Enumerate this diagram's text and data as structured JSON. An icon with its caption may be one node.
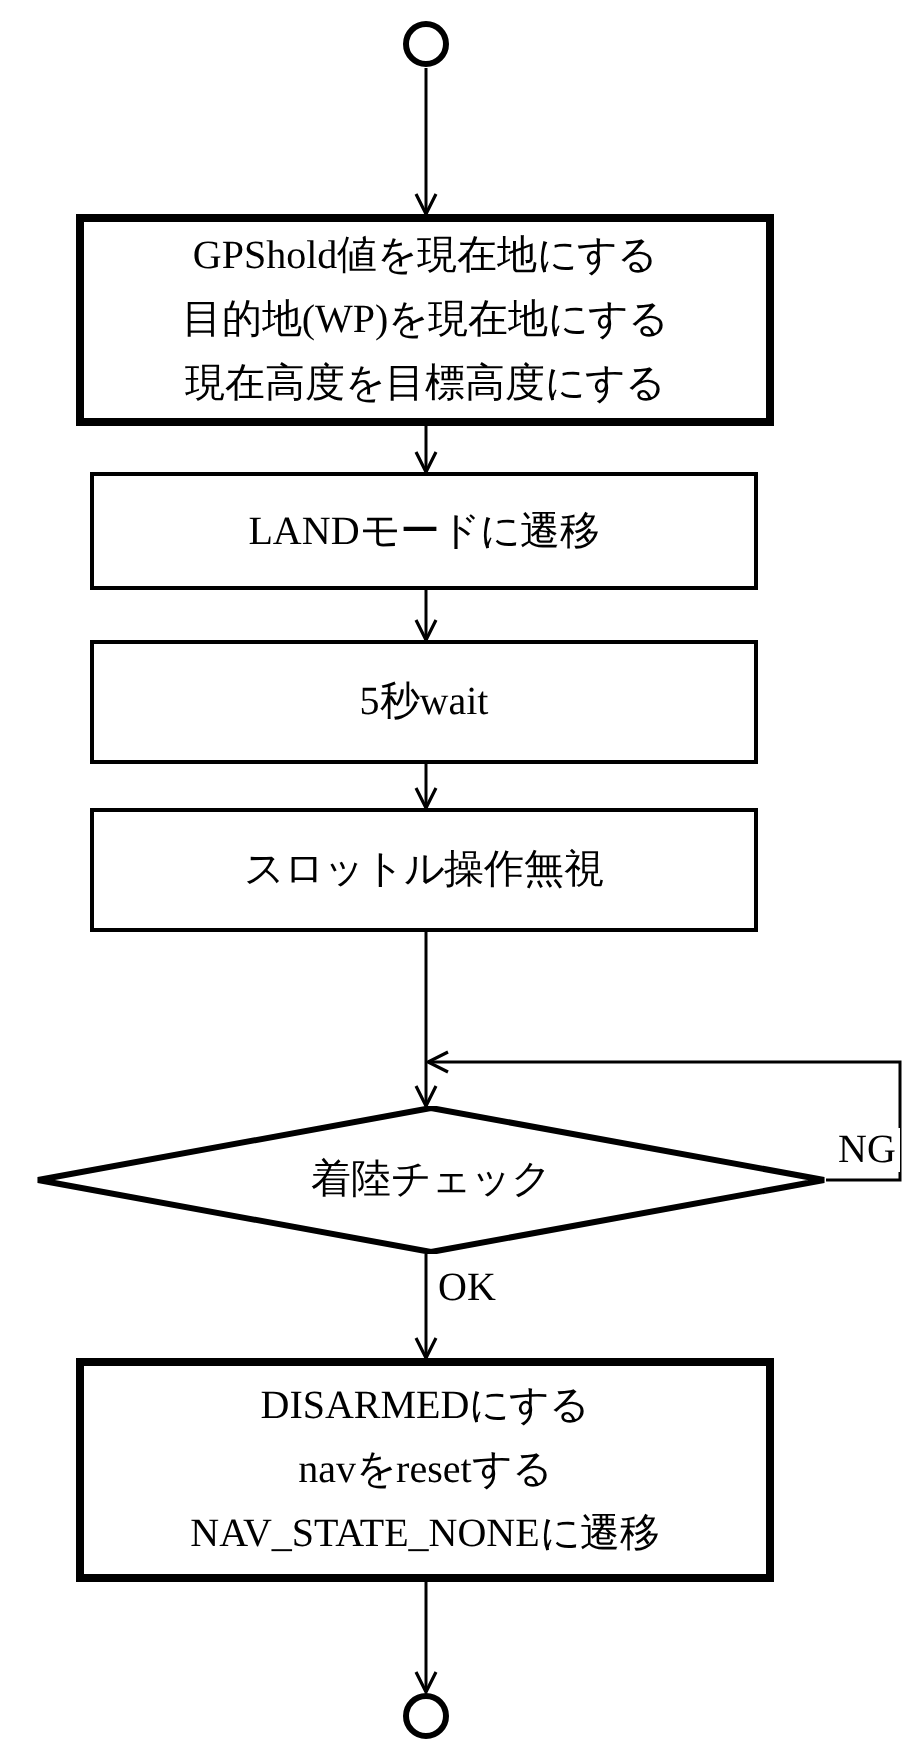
{
  "diagram": {
    "nodes": [
      {
        "text": [],
        "shape": "circle"
      },
      {
        "text": [
          "GPShold値を現在地にする",
          "目的地(WP)を現在地にする",
          "現在高度を目標高度にする"
        ]
      },
      {
        "text": [
          "LANDモードに遷移"
        ]
      },
      {
        "text": [
          "5秒wait"
        ]
      },
      {
        "text": [
          "スロットル操作無視"
        ]
      },
      {
        "text": [
          "着陸チェック"
        ]
      },
      {
        "text": [
          "DISARMEDにする",
          "navをresetする",
          "NAV_STATE_NONEに遷移"
        ]
      },
      {
        "text": [],
        "shape": "circle"
      }
    ],
    "edges": [
      {
        "from": 0,
        "to": 1,
        "arrow": "to"
      },
      {
        "from": 1,
        "to": 2,
        "arrow": "to"
      },
      {
        "from": 2,
        "to": 3,
        "arrow": "to"
      },
      {
        "from": 3,
        "to": 4,
        "arrow": "to"
      },
      {
        "from": 4,
        "to": 5,
        "arrow": "to"
      },
      {
        "from": 5,
        "to": 6,
        "arrow": "to",
        "label": "OK"
      },
      {
        "from": 6,
        "to": 7,
        "arrow": "to"
      },
      {
        "from": 5,
        "to": 5,
        "arrow": "to",
        "label": "NG"
      }
    ]
  }
}
